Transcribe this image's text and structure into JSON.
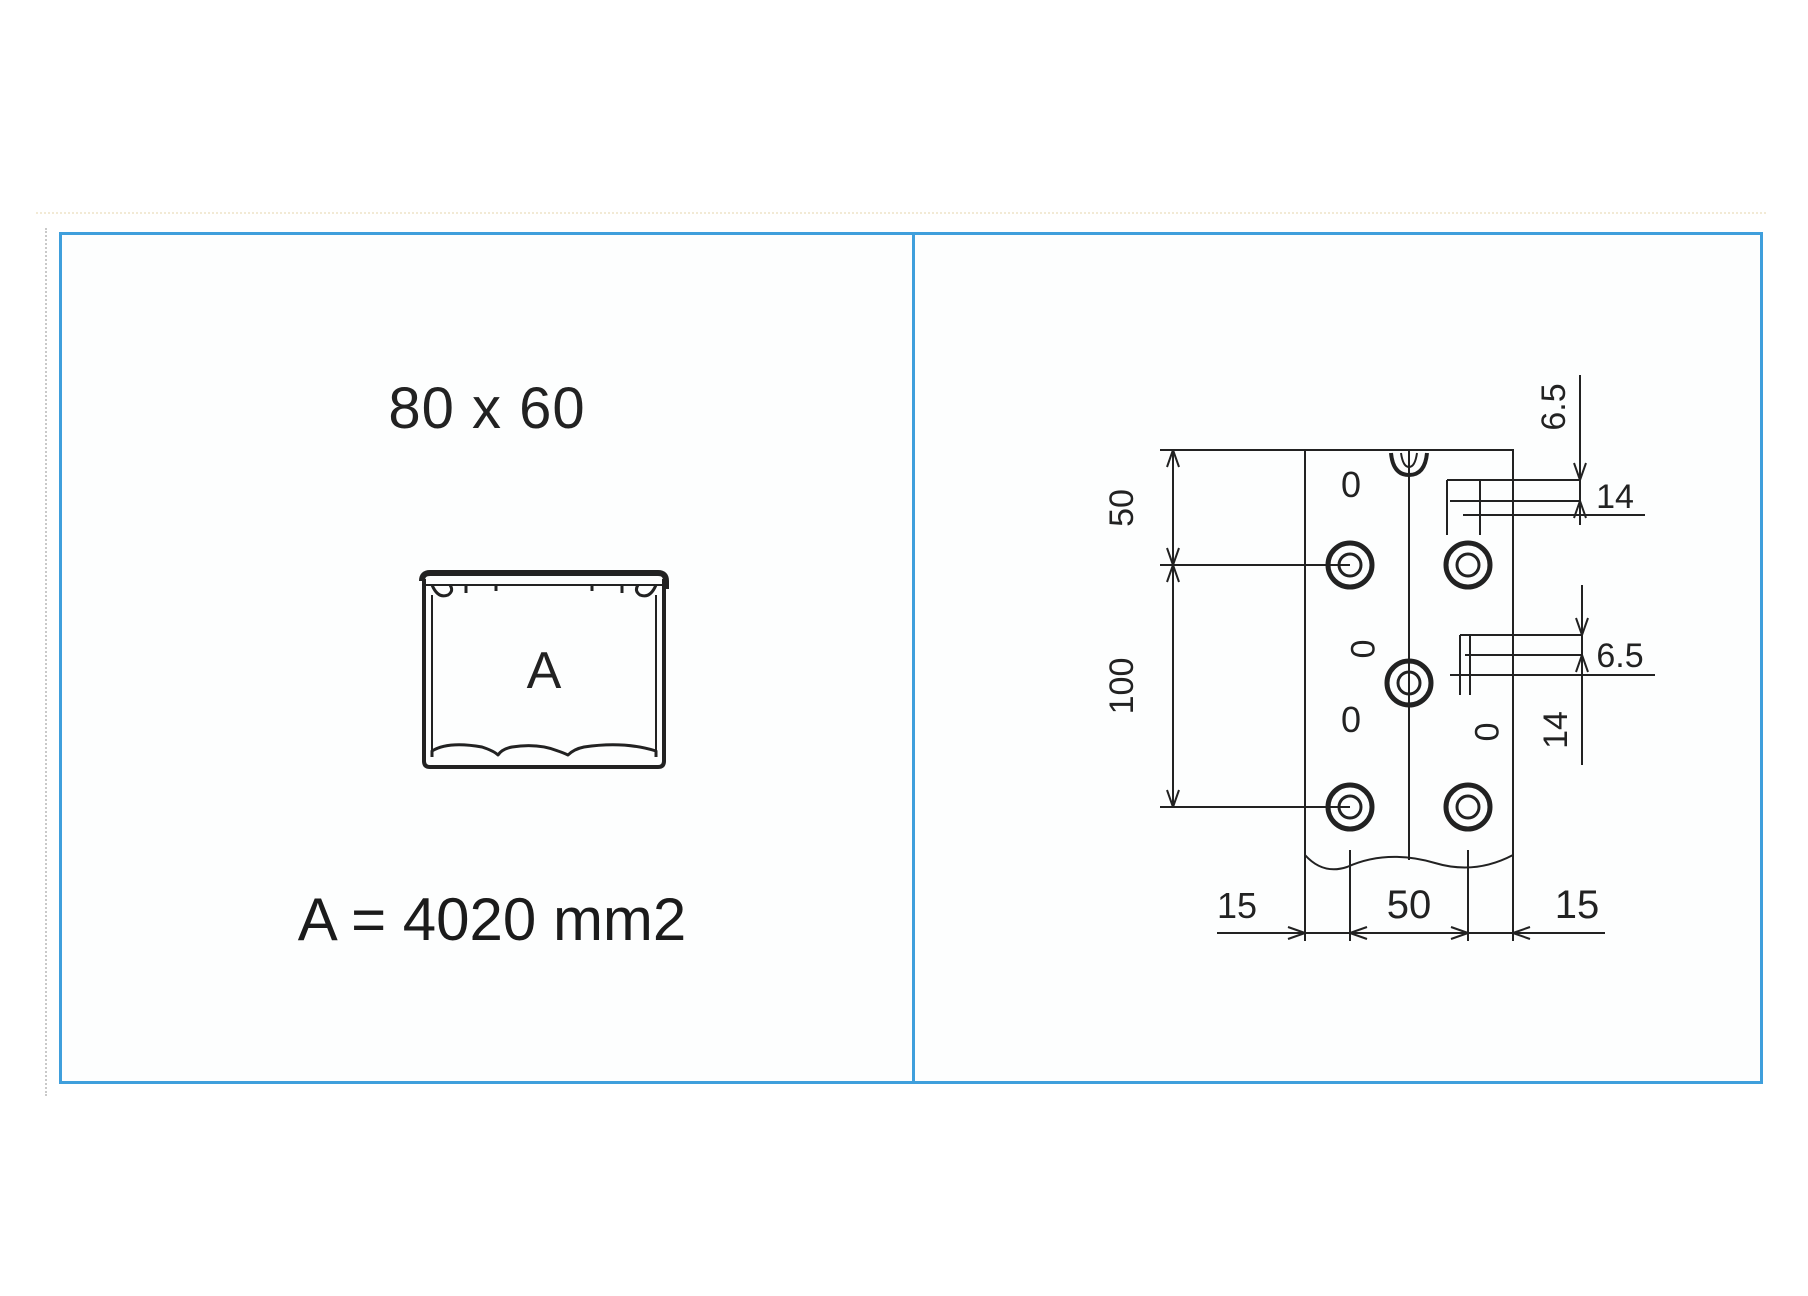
{
  "left_panel": {
    "size_label": "80 x 60",
    "profile_label": "A",
    "area_label": "A = 4020 mm2"
  },
  "right_panel": {
    "dim_top_offset": "6.5",
    "dim_top_slot": "14",
    "dim_mid_offset": "6.5",
    "dim_mid_slot": "14",
    "dim_vertical_50": "50",
    "dim_vertical_100": "100",
    "dim_bottom_left": "15",
    "dim_bottom_center": "50",
    "dim_bottom_right": "15",
    "slot_marks": [
      "0",
      "0",
      "0",
      "0"
    ]
  },
  "colors": {
    "frame": "#3f9fdc",
    "line": "#222222"
  }
}
